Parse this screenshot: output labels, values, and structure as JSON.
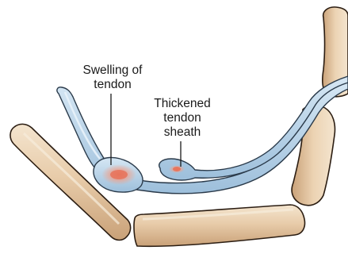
{
  "labels": {
    "swelling": {
      "line1": "Swelling of",
      "line2": "tendon"
    },
    "sheath": {
      "line1": "Thickened",
      "line2": "tendon",
      "line3": "sheath"
    }
  },
  "colors": {
    "bone_fill": "#e3c39b",
    "bone_shadow": "#c9a178",
    "bone_highlight": "#f4e5cf",
    "bone_outline": "#2b1d12",
    "tendon_fill": "#a8c7df",
    "tendon_highlight": "#d6e7f4",
    "tendon_outline": "#2a3a4a",
    "inflammation": "#e8735a",
    "leader_line": "#1a1a1a"
  }
}
